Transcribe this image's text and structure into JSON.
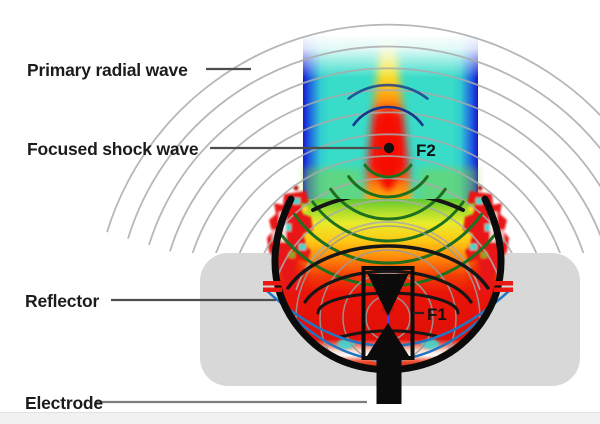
{
  "diagram": {
    "labels": {
      "primary_radial_wave": "Primary radial wave",
      "focused_shock_wave": "Focused shock wave",
      "reflector": "Reflector",
      "electrode": "Electrode"
    },
    "focal_points": {
      "f1": "F1",
      "f2": "F2"
    },
    "colors": {
      "column_cyan": "#38dcc8",
      "column_edge_blue": "#1515cc",
      "plume_red": "#f21808",
      "plume_yellow": "#f6e430",
      "bowl_green": "#5fc832",
      "radial_arc_gray": "#ababab",
      "focused_arc_green": "#1e6f1e",
      "upper_arc_blue": "#16368c",
      "bottom_arc_blue": "#2176c4",
      "reflector_black": "#0b0b0b",
      "pad_gray": "#d8d8d8",
      "rim_red": "#e81812"
    }
  }
}
